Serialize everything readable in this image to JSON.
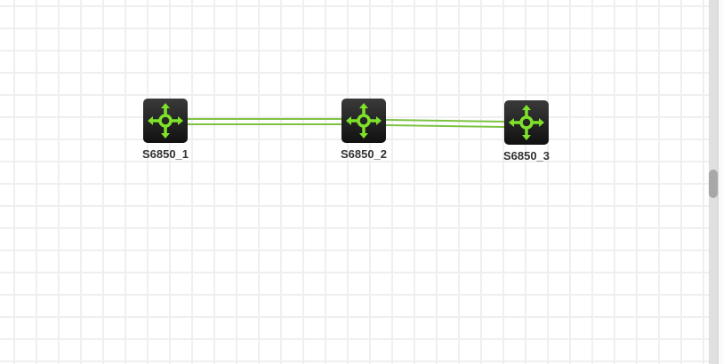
{
  "topology": {
    "nodes": [
      {
        "id": "S6850_1",
        "label": "S6850_1",
        "icon": "switch-icon"
      },
      {
        "id": "S6850_2",
        "label": "S6850_2",
        "icon": "switch-icon"
      },
      {
        "id": "S6850_3",
        "label": "S6850_3",
        "icon": "switch-icon"
      }
    ],
    "links": [
      {
        "from": "S6850_1",
        "to": "S6850_2"
      },
      {
        "from": "S6850_2",
        "to": "S6850_3"
      }
    ],
    "link_color": "#7dc242",
    "icon_color": "#7fe22a"
  }
}
